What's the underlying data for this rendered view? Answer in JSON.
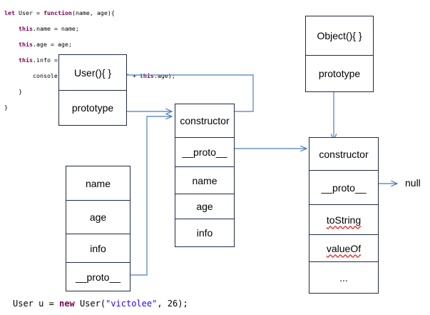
{
  "code_lines": [
    "let User = function(name, age){",
    "    this.name = name;",
    "    this.age = age;",
    "    this.info = function(){",
    "        console.log(this.name + \" \" + this.age);",
    "    }",
    "}"
  ],
  "instantiation": {
    "prefix": "User u = ",
    "keyword": "new",
    "call": " User(",
    "arg_string": "\"victolee\"",
    "suffix": ", 26);"
  },
  "user_box": {
    "title": "User(){  }",
    "prototype_label": "prototype"
  },
  "object_box": {
    "title": "Object(){  }",
    "prototype_label": "prototype"
  },
  "user_prototype_box": {
    "rows": [
      "constructor",
      "__proto__",
      "name",
      "age",
      "info"
    ]
  },
  "object_prototype_box": {
    "rows": [
      "constructor",
      "__proto__",
      "toString",
      "valueOf",
      "..."
    ]
  },
  "instance_box": {
    "rows": [
      "name",
      "age",
      "info",
      "__proto__"
    ]
  },
  "null_label": "null",
  "colors": {
    "arrow": "#4a7ebb",
    "border": "#1f2a44",
    "keyword": "#7f0055",
    "string": "#2a00ff"
  }
}
